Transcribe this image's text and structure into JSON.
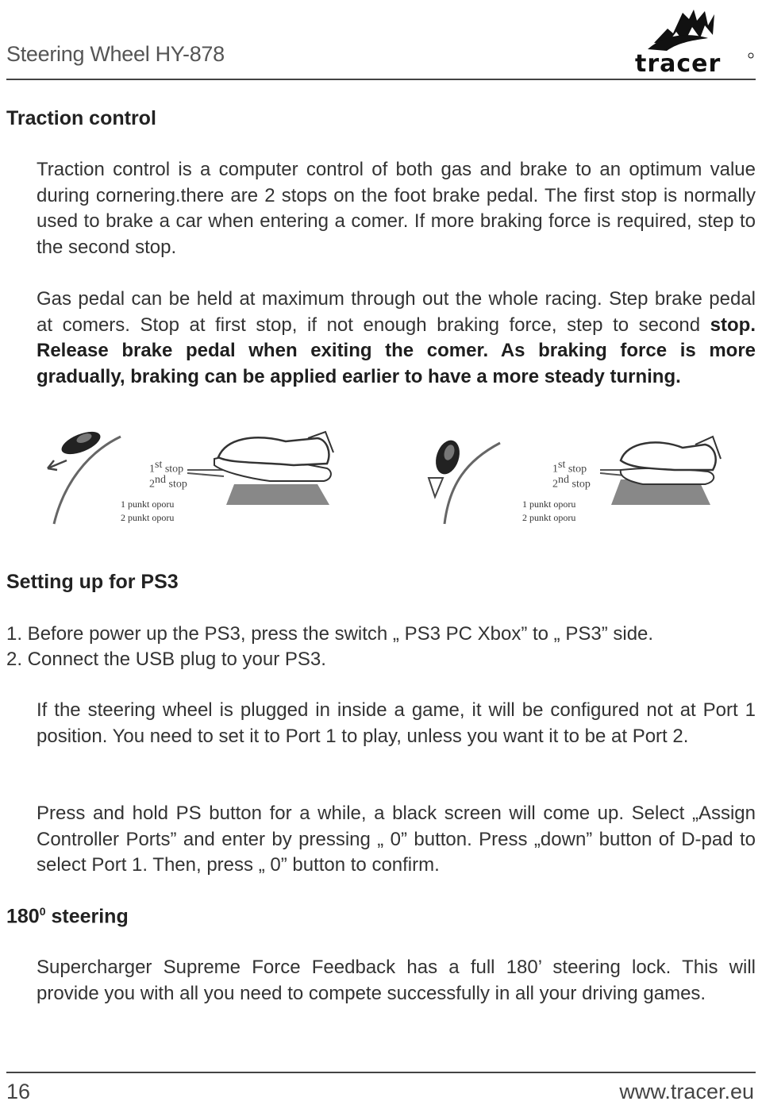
{
  "header": {
    "title": "Steering Wheel HY-878",
    "logo_icon": "tracer-logo"
  },
  "traction": {
    "heading": "Traction control",
    "p1": "Traction control is a computer control of both gas and brake to an optimum value during cornering.there are 2 stops on the foot brake pedal. The first stop is normally used to brake a car when entering a comer. If more braking force is required, step to the second stop.",
    "p2_normal": "Gas pedal can be held at maximum through out the whole racing. Step brake pedal at comers. Stop at first stop, if not enough braking force, step to second",
    "p2_bold": "stop. Release brake pedal when exiting the comer. As braking force is more gradually, braking can be applied earlier to have a more steady turning."
  },
  "figure": {
    "left": {
      "stop1_num": "1",
      "stop1_sup": "st",
      "stop1_word": "stop",
      "stop2_num": "2",
      "stop2_sup": "nd",
      "stop2_word": "stop",
      "pl1": "1 punkt oporu",
      "pl2": "2 punkt oporu"
    },
    "right": {
      "stop1_num": "1",
      "stop1_sup": "st",
      "stop1_word": "stop",
      "stop2_num": "2",
      "stop2_sup": "nd",
      "stop2_word": "stop",
      "pl1": "1 punkt oporu",
      "pl2": "2 punkt oporu"
    }
  },
  "ps3": {
    "heading": "Setting up for PS3",
    "step1": "1. Before power up the PS3, press the switch „ PS3 PC Xbox” to „ PS3” side.",
    "step2": "2. Connect the USB plug to your PS3.",
    "p1": "If the steering wheel is plugged in inside a game, it will be configured not at Port 1 position. You need to set it to Port 1 to play, unless you want it to be at Port 2.",
    "p2": "Press and hold PS button for a while, a black screen will come up. Select „Assign Controller Ports” and enter by pressing „ 0” button. Press „down” button of D-pad to select Port 1. Then, press „ 0” button to confirm."
  },
  "steering": {
    "heading_num": "180",
    "heading_sup": "0",
    "heading_rest": " steering",
    "p1": "Supercharger Supreme Force Feedback has a full 180’ steering lock. This will provide you with all you need to compete successfully in all your driving games."
  },
  "footer": {
    "page_number": "16",
    "url": "www.tracer.eu"
  }
}
